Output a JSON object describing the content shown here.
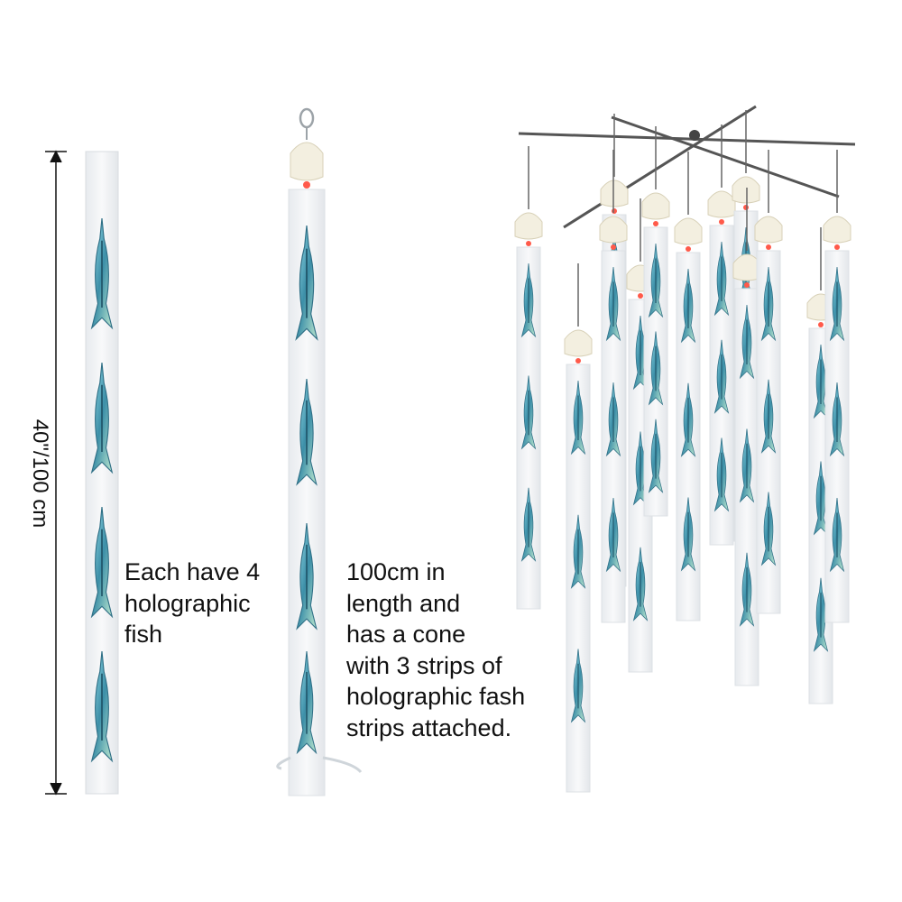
{
  "measurement": {
    "label": "40\"/100 cm"
  },
  "captions": {
    "single_strip": "Each have 4\nholographic\nfish",
    "cone_lure": "100cm in\nlength and\nhas a cone\nwith 3 strips of\nholographic fash\nstrips attached."
  },
  "counts": {
    "fish_per_strip": 4,
    "strips_per_cone": 3
  },
  "colors": {
    "background": "#ffffff",
    "strip": "#f1f3f5",
    "fish_body": "#5fb3c7",
    "fish_dark": "#2f6f86",
    "cone": "#f3efe0",
    "bead": "#ff5a4a",
    "wire": "#555555"
  },
  "icons": [
    "dimension-arrow-icon",
    "fish-icon",
    "cone-icon",
    "umbrella-rig-icon"
  ]
}
